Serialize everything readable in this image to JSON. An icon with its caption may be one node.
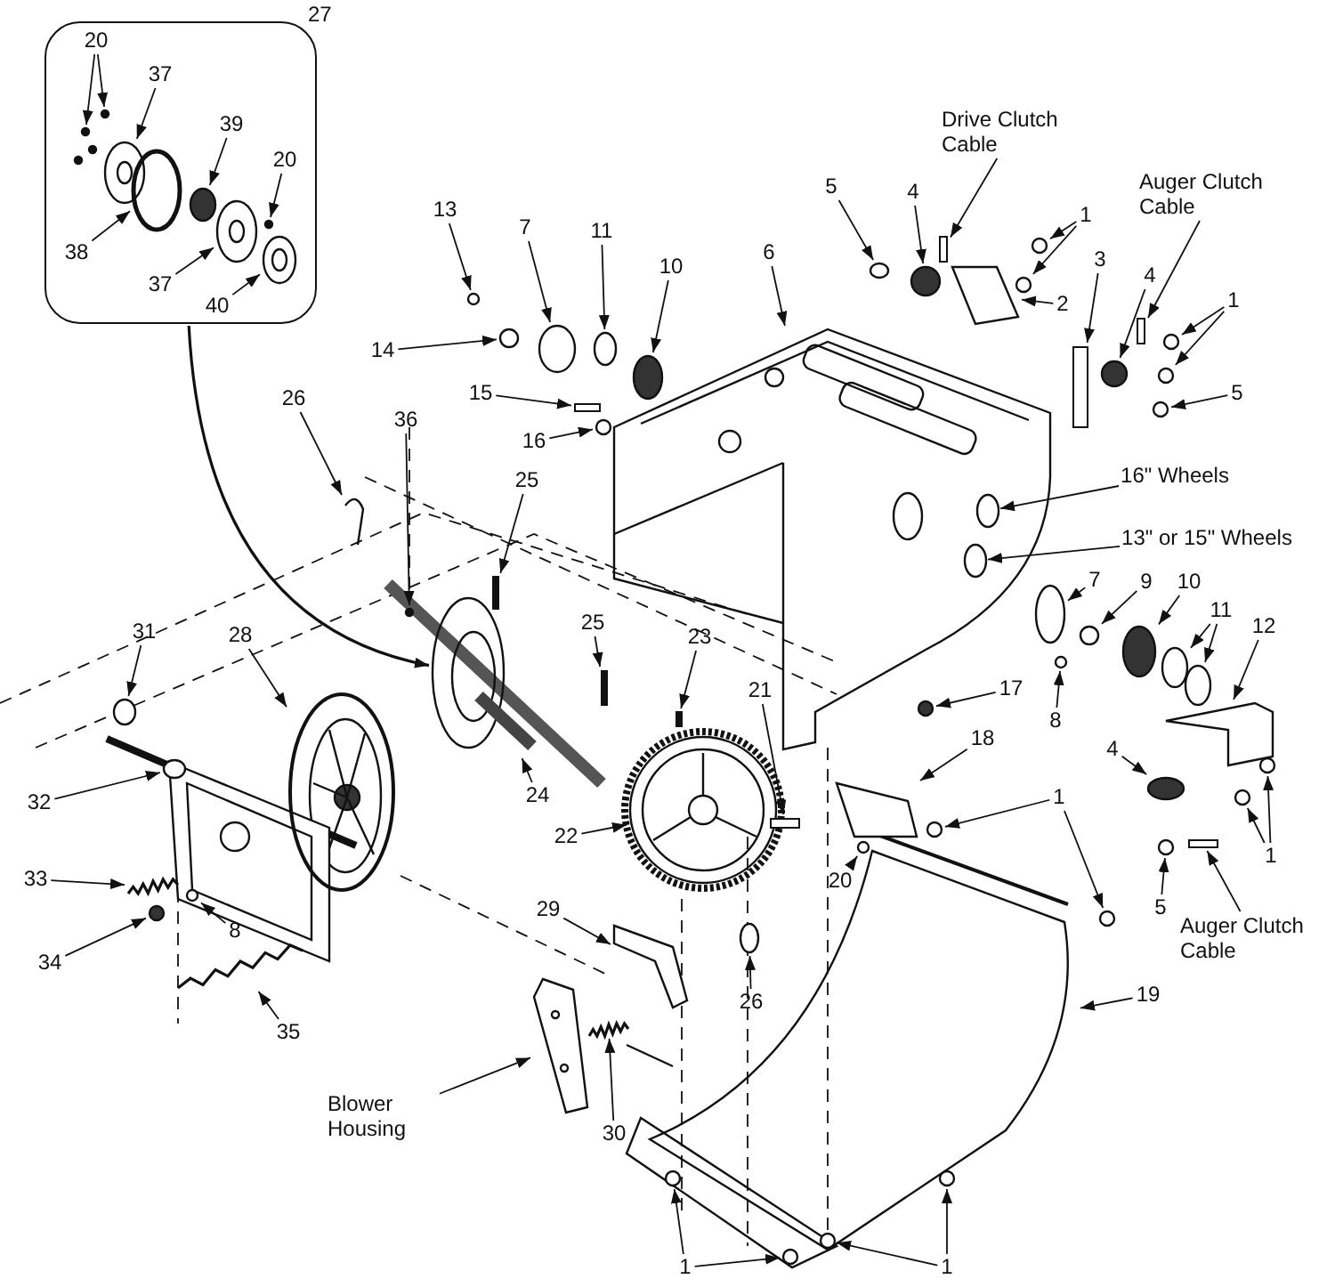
{
  "diagram": {
    "nodes": [
      {
        "text": [
          "27"
        ]
      },
      {
        "text": [
          "20"
        ],
        "in": 0
      },
      {
        "text": [
          "37"
        ],
        "in": 0
      },
      {
        "text": [
          "39"
        ],
        "in": 0
      },
      {
        "text": [
          "20"
        ],
        "in": 0
      },
      {
        "text": [
          "38"
        ],
        "in": 0
      },
      {
        "text": [
          "37"
        ],
        "in": 0
      },
      {
        "text": [
          "40"
        ],
        "in": 0
      },
      {
        "text": [
          "Drive Clutch Cable"
        ]
      },
      {
        "text": [
          "Auger Clutch Cable"
        ]
      },
      {
        "text": [
          "5"
        ]
      },
      {
        "text": [
          "4"
        ]
      },
      {
        "text": [
          "1"
        ]
      },
      {
        "text": [
          "6"
        ]
      },
      {
        "text": [
          "13"
        ]
      },
      {
        "text": [
          "7"
        ]
      },
      {
        "text": [
          "11"
        ]
      },
      {
        "text": [
          "10"
        ]
      },
      {
        "text": [
          "3"
        ]
      },
      {
        "text": [
          "4"
        ]
      },
      {
        "text": [
          "1"
        ]
      },
      {
        "text": [
          "2"
        ]
      },
      {
        "text": [
          "14"
        ]
      },
      {
        "text": [
          "5"
        ]
      },
      {
        "text": [
          "15"
        ]
      },
      {
        "text": [
          "26"
        ]
      },
      {
        "text": [
          "36"
        ]
      },
      {
        "text": [
          "16"
        ]
      },
      {
        "text": [
          "16\" Wheels"
        ]
      },
      {
        "text": [
          "25"
        ]
      },
      {
        "text": [
          "13\" or 15\" Wheels"
        ]
      },
      {
        "text": [
          "7"
        ]
      },
      {
        "text": [
          "9"
        ]
      },
      {
        "text": [
          "10"
        ]
      },
      {
        "text": [
          "11"
        ]
      },
      {
        "text": [
          "12"
        ]
      },
      {
        "text": [
          "25"
        ]
      },
      {
        "text": [
          "31"
        ]
      },
      {
        "text": [
          "28"
        ]
      },
      {
        "text": [
          "23"
        ]
      },
      {
        "text": [
          "17"
        ]
      },
      {
        "text": [
          "21"
        ]
      },
      {
        "text": [
          "8"
        ]
      },
      {
        "text": [
          "18"
        ]
      },
      {
        "text": [
          "4"
        ]
      },
      {
        "text": [
          "24"
        ]
      },
      {
        "text": [
          "32"
        ]
      },
      {
        "text": [
          "1"
        ]
      },
      {
        "text": [
          "22"
        ]
      },
      {
        "text": [
          "1"
        ]
      },
      {
        "text": [
          "20"
        ]
      },
      {
        "text": [
          "33"
        ]
      },
      {
        "text": [
          "5"
        ]
      },
      {
        "text": [
          "29"
        ]
      },
      {
        "text": [
          "Auger Clutch Cable"
        ]
      },
      {
        "text": [
          "8"
        ]
      },
      {
        "text": [
          "34"
        ]
      },
      {
        "text": [
          "19"
        ]
      },
      {
        "text": [
          "26"
        ]
      },
      {
        "text": [
          "35"
        ]
      },
      {
        "text": [
          "Blower Housing"
        ]
      },
      {
        "text": [
          "30"
        ]
      },
      {
        "text": [
          "1"
        ]
      },
      {
        "text": [
          "1"
        ]
      },
      {
        "text": [],
        "shape": "circle",
        "in": 0
      },
      {
        "text": [],
        "shape": "circle",
        "in": 0
      },
      {
        "text": [],
        "shape": "circle"
      },
      {
        "text": [],
        "shape": "bar"
      },
      {
        "text": [],
        "shape": "circle"
      },
      {
        "text": [],
        "shape": "circle"
      },
      {
        "text": [],
        "shape": "circle"
      },
      {
        "text": [],
        "shape": "circle"
      },
      {
        "text": [],
        "shape": "bar"
      },
      {
        "text": [],
        "shape": "circle"
      },
      {
        "text": [],
        "shape": "circle"
      },
      {
        "text": [],
        "shape": "circle"
      },
      {
        "text": [],
        "shape": "circle"
      },
      {
        "text": [],
        "shape": "circle"
      },
      {
        "text": [],
        "shape": "bar"
      },
      {
        "text": [],
        "shape": "spring"
      },
      {
        "text": [],
        "shape": "circle"
      },
      {
        "text": [],
        "shape": "circle"
      },
      {
        "text": [],
        "shape": "circle",
        "in": 0
      },
      {
        "text": [],
        "shape": "circle",
        "in": 0
      },
      {
        "text": [],
        "shape": "circle",
        "in": 0
      },
      {
        "text": [],
        "shape": "circle",
        "in": 0
      },
      {
        "text": [],
        "shape": "circle",
        "in": 0
      },
      {
        "text": [],
        "shape": "circle",
        "in": 0
      },
      {
        "text": [],
        "shape": "bar"
      },
      {
        "text": [],
        "shape": "bar"
      },
      {
        "text": [],
        "shape": "circle"
      },
      {
        "text": [],
        "shape": "circle"
      },
      {
        "text": [],
        "shape": "circle"
      },
      {
        "text": [],
        "shape": "picture"
      },
      {
        "text": [],
        "shape": "circle"
      },
      {
        "text": [],
        "shape": "circle"
      },
      {
        "text": [],
        "shape": "circle"
      },
      {
        "text": [],
        "shape": "circle"
      },
      {
        "text": [],
        "shape": "circle"
      },
      {
        "text": [],
        "shape": "picture"
      },
      {
        "text": [],
        "shape": "picture"
      },
      {
        "text": [],
        "shape": "circle"
      },
      {
        "text": [],
        "shape": "circle"
      },
      {
        "text": [],
        "shape": "circle",
        "in": 93
      },
      {
        "text": [],
        "shape": "bar"
      },
      {
        "text": [],
        "shape": "circle",
        "in": 93
      },
      {
        "text": [],
        "shape": "circle"
      },
      {
        "text": [],
        "shape": "circle"
      },
      {
        "text": [],
        "shape": "circle"
      },
      {
        "text": [],
        "shape": "picture"
      },
      {
        "text": [],
        "shape": "bar"
      },
      {
        "text": [],
        "shape": "circle"
      },
      {
        "text": [],
        "shape": "circle"
      },
      {
        "text": [],
        "shape": "circle"
      },
      {
        "text": [],
        "shape": "bar"
      },
      {
        "text": [],
        "shape": "bar"
      },
      {
        "text": [],
        "shape": "circle"
      },
      {
        "text": [],
        "shape": "picture"
      },
      {
        "text": [],
        "shape": "circle"
      },
      {
        "text": [],
        "shape": "picture"
      },
      {
        "text": [],
        "shape": "circle"
      },
      {
        "text": [],
        "shape": "circle"
      },
      {
        "text": [],
        "shape": "circle"
      },
      {
        "text": [],
        "shape": "circle"
      },
      {
        "text": [],
        "shape": "spring"
      },
      {
        "text": [],
        "shape": "circle"
      },
      {
        "text": [],
        "shape": "picture"
      },
      {
        "text": [],
        "shape": "circle"
      },
      {
        "text": [],
        "shape": "circle"
      },
      {
        "text": [],
        "shape": "picture"
      },
      {
        "text": [],
        "shape": "circle"
      },
      {
        "text": [],
        "shape": "picture"
      },
      {
        "text": [],
        "shape": "spring"
      },
      {
        "text": [],
        "shape": "circle"
      },
      {
        "text": [],
        "shape": "circle",
        "in": 129
      },
      {
        "text": [],
        "shape": "circle"
      }
    ],
    "edges": [
      {
        "from": 0,
        "to": 81,
        "arrow": "to"
      },
      {
        "from": 1,
        "to": 82,
        "arrow": "to"
      },
      {
        "from": 1,
        "to": 64,
        "arrow": "to"
      },
      {
        "from": 2,
        "to": 83,
        "arrow": "to"
      },
      {
        "from": 3,
        "to": 84,
        "arrow": "to"
      },
      {
        "from": 4,
        "to": 87,
        "arrow": "to"
      },
      {
        "from": 5,
        "to": 85,
        "arrow": "to"
      },
      {
        "from": 6,
        "to": 86,
        "arrow": "to"
      },
      {
        "from": 7,
        "to": 65,
        "arrow": "to"
      },
      {
        "from": 8,
        "to": 88,
        "arrow": "to"
      },
      {
        "from": 9,
        "to": 89,
        "arrow": "to"
      },
      {
        "from": 10,
        "to": 90,
        "arrow": "to"
      },
      {
        "from": 11,
        "to": 91,
        "arrow": "to"
      },
      {
        "from": 12,
        "to": 92,
        "arrow": "to"
      },
      {
        "from": 12,
        "to": 66,
        "arrow": "to"
      },
      {
        "from": 13,
        "to": 93,
        "arrow": "to"
      },
      {
        "from": 14,
        "to": 94,
        "arrow": "to"
      },
      {
        "from": 15,
        "to": 95,
        "arrow": "to"
      },
      {
        "from": 16,
        "to": 96,
        "arrow": "to"
      },
      {
        "from": 17,
        "to": 97,
        "arrow": "to"
      },
      {
        "from": 18,
        "to": 67,
        "arrow": "to"
      },
      {
        "from": 19,
        "to": 68,
        "arrow": "to"
      },
      {
        "from": 20,
        "to": 98,
        "arrow": "to"
      },
      {
        "from": 20,
        "to": 69,
        "arrow": "to"
      },
      {
        "from": 21,
        "to": 99,
        "arrow": "to"
      },
      {
        "from": 22,
        "to": 70,
        "arrow": "to"
      },
      {
        "from": 23,
        "to": 71,
        "arrow": "to"
      },
      {
        "from": 24,
        "to": 72,
        "arrow": "to"
      },
      {
        "from": 25,
        "to": 100,
        "arrow": "to"
      },
      {
        "from": 26,
        "to": 101,
        "arrow": "to"
      },
      {
        "from": 27,
        "to": 102,
        "arrow": "to"
      },
      {
        "from": 28,
        "to": 103,
        "arrow": "to"
      },
      {
        "from": 29,
        "to": 104,
        "arrow": "to"
      },
      {
        "from": 30,
        "to": 105,
        "arrow": "to"
      },
      {
        "from": 31,
        "to": 106,
        "arrow": "to"
      },
      {
        "from": 32,
        "to": 73,
        "arrow": "to"
      },
      {
        "from": 33,
        "to": 74,
        "arrow": "to"
      },
      {
        "from": 34,
        "to": 107,
        "arrow": "to"
      },
      {
        "from": 34,
        "to": 108,
        "arrow": "to"
      },
      {
        "from": 35,
        "to": 109,
        "arrow": "to"
      },
      {
        "from": 36,
        "to": 110,
        "arrow": "to"
      },
      {
        "from": 37,
        "to": 111,
        "arrow": "to"
      },
      {
        "from": 38,
        "to": 112,
        "arrow": "to"
      },
      {
        "from": 39,
        "to": 115,
        "arrow": "to"
      },
      {
        "from": 40,
        "to": 75,
        "arrow": "to"
      },
      {
        "from": 41,
        "to": 114,
        "arrow": "to"
      },
      {
        "from": 42,
        "to": 116,
        "arrow": "to"
      },
      {
        "from": 43,
        "to": 117,
        "arrow": "to"
      },
      {
        "from": 44,
        "to": 118,
        "arrow": "to"
      },
      {
        "from": 45,
        "to": 119,
        "arrow": "to"
      },
      {
        "from": 46,
        "to": 120,
        "arrow": "to"
      },
      {
        "from": 47,
        "to": 121,
        "arrow": "to"
      },
      {
        "from": 47,
        "to": 76,
        "arrow": "to"
      },
      {
        "from": 48,
        "to": 113,
        "arrow": "to"
      },
      {
        "from": 49,
        "to": 122,
        "arrow": "to"
      },
      {
        "from": 49,
        "to": 123,
        "arrow": "to"
      },
      {
        "from": 50,
        "to": 77,
        "arrow": "to"
      },
      {
        "from": 51,
        "to": 124,
        "arrow": "to"
      },
      {
        "from": 52,
        "to": 125,
        "arrow": "to"
      },
      {
        "from": 53,
        "to": 126,
        "arrow": "to"
      },
      {
        "from": 54,
        "to": 78,
        "arrow": "to"
      },
      {
        "from": 55,
        "to": 127,
        "arrow": "to"
      },
      {
        "from": 56,
        "to": 128,
        "arrow": "to"
      },
      {
        "from": 57,
        "to": 129,
        "arrow": "to"
      },
      {
        "from": 58,
        "to": 130,
        "arrow": "to"
      },
      {
        "from": 59,
        "to": 79,
        "arrow": "to"
      },
      {
        "from": 60,
        "to": 131,
        "arrow": "to"
      },
      {
        "from": 61,
        "to": 132,
        "arrow": "to"
      },
      {
        "from": 62,
        "to": 80,
        "arrow": "to"
      },
      {
        "from": 62,
        "to": 133,
        "arrow": "to"
      },
      {
        "from": 63,
        "to": 134,
        "arrow": "to"
      },
      {
        "from": 63,
        "to": 135,
        "arrow": "to"
      }
    ]
  }
}
